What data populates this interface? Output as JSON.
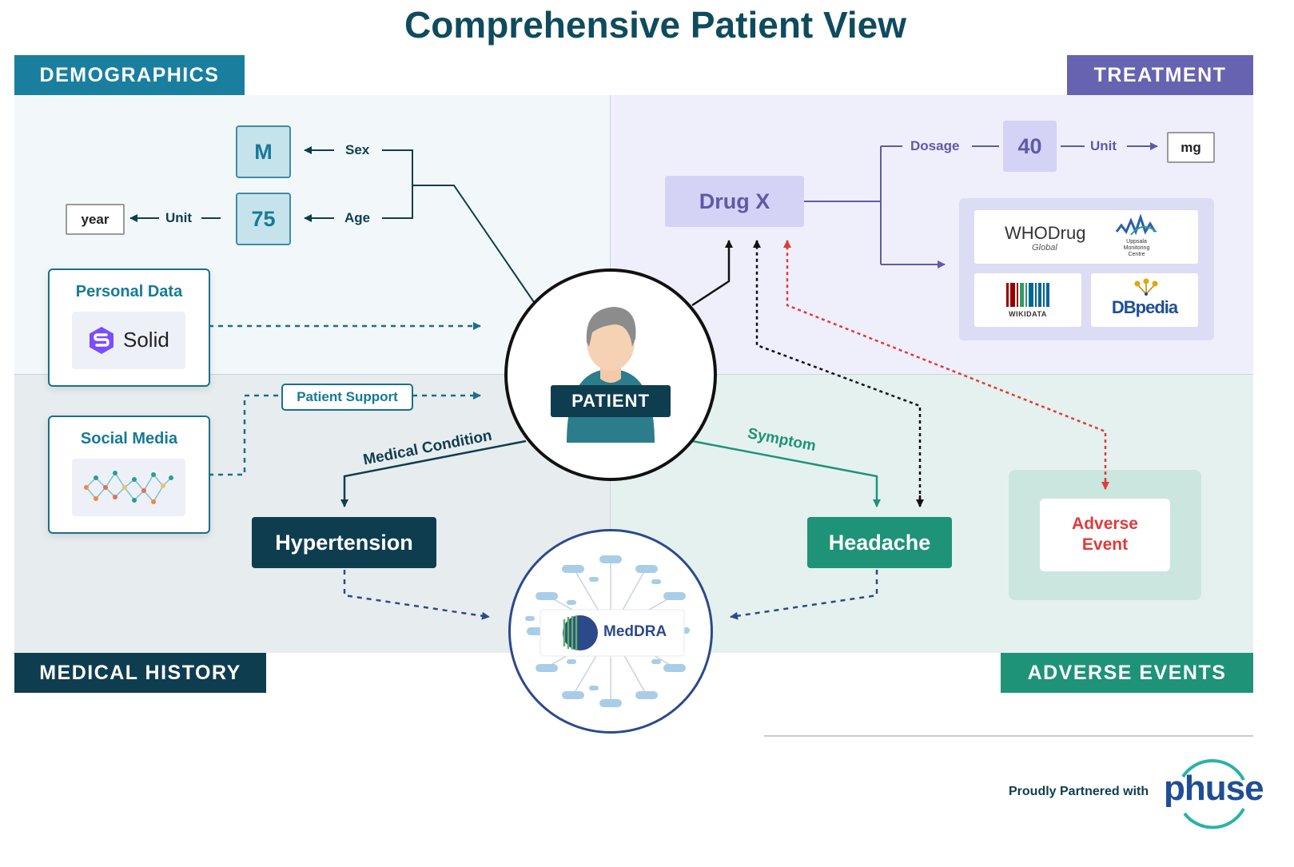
{
  "title": "Comprehensive Patient View",
  "sections": {
    "demographics": "DEMOGRAPHICS",
    "treatment": "TREATMENT",
    "medical_history": "MEDICAL HISTORY",
    "adverse_events": "ADVERSE EVENTS"
  },
  "demographics": {
    "sex_value": "M",
    "sex_label": "Sex",
    "age_value": "75",
    "age_label": "Age",
    "age_unit_label": "Unit",
    "age_unit_value": "year"
  },
  "cards": {
    "personal_data": "Personal Data",
    "solid": "Solid",
    "social_media": "Social Media"
  },
  "patient_support": "Patient Support",
  "patient": "PATIENT",
  "treatment": {
    "drug": "Drug X",
    "dosage_label": "Dosage",
    "dosage_value": "40",
    "unit_label": "Unit",
    "unit_value": "mg",
    "sources": {
      "whodrug": "WHODrug",
      "whodrug_sub": "Global",
      "uppsala_1": "Uppsala",
      "uppsala_2": "Monitoring",
      "uppsala_3": "Centre",
      "wikidata": "WIKIDATA",
      "dbpedia": "DBpedia"
    }
  },
  "medical_condition_label": "Medical Condition",
  "symptom_label": "Symptom",
  "hypertension": "Hypertension",
  "headache": "Headache",
  "adverse_event_line1": "Adverse",
  "adverse_event_line2": "Event",
  "meddra": "MedDRA",
  "footer": {
    "partner_text": "Proudly Partnered with",
    "partner_logo": "phuse"
  },
  "colors": {
    "demographics": "#1a7f9e",
    "treatment": "#6663b0",
    "medical_history": "#0f3d50",
    "adverse_events": "#1e9377",
    "adverse_red": "#e03a3a"
  }
}
